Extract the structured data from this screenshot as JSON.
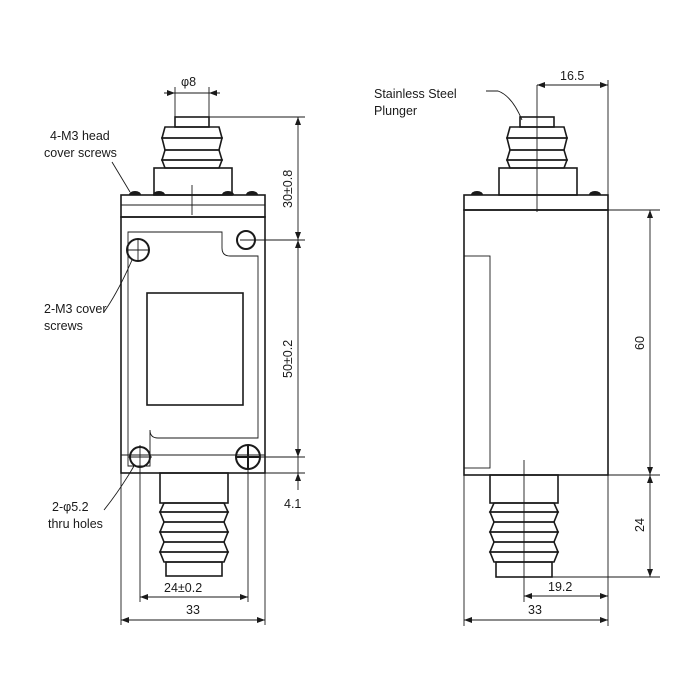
{
  "front_view": {
    "callouts": {
      "head_cover_screws_line1": "4-M3 head",
      "head_cover_screws_line2": "cover screws",
      "cover_screws_line1": "2-M3 cover",
      "cover_screws_line2": "screws",
      "thru_holes_line1": "2-φ5.2",
      "thru_holes_line2": "thru holes"
    },
    "dimensions": {
      "plunger_diameter": "φ8",
      "head_height": "30±0.8",
      "hole_spacing_vertical": "50±0.2",
      "hole_offset_bottom": "4.1",
      "hole_spacing_horizontal": "24±0.2",
      "body_width": "33"
    }
  },
  "side_view": {
    "callouts": {
      "plunger_line1": "Stainless Steel",
      "plunger_line2": "Plunger"
    },
    "dimensions": {
      "plunger_offset": "16.5",
      "body_height": "60",
      "boot_height": "24",
      "boot_offset": "19.2",
      "body_width": "33"
    }
  },
  "colors": {
    "line": "#1a1a1a",
    "background": "#ffffff"
  }
}
